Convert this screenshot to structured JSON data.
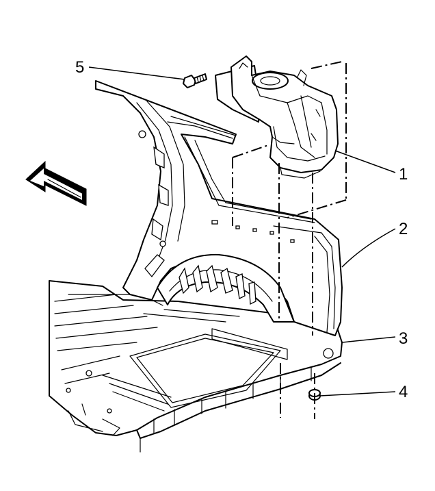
{
  "diagram": {
    "callouts": [
      {
        "id": "1",
        "label": "1",
        "part": "bracket-assembly"
      },
      {
        "id": "2",
        "label": "2",
        "part": "quarter-inner-panel"
      },
      {
        "id": "3",
        "label": "3",
        "part": "rear-floor-panel"
      },
      {
        "id": "4",
        "label": "4",
        "part": "nut"
      },
      {
        "id": "5",
        "label": "5",
        "part": "bolt"
      }
    ],
    "direction_arrow": {
      "icon": "forward-arrow-icon",
      "meaning": "front-of-vehicle"
    },
    "colors": {
      "line": "#000000",
      "background": "#ffffff"
    }
  }
}
